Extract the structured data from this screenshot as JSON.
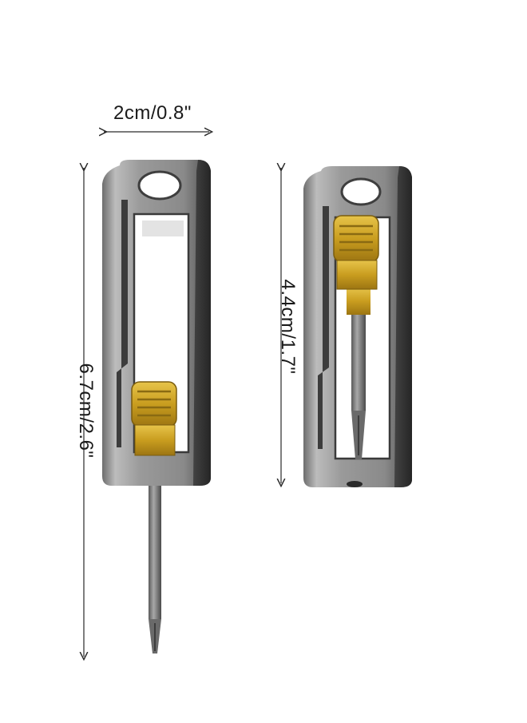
{
  "dimensions": {
    "width_label": "2cm/0.8\"",
    "left_height_label": "6.7cm/2.6\"",
    "right_height_label": "4.4cm/1.7\""
  },
  "colors": {
    "background": "#ffffff",
    "titanium": "#8e8e8e",
    "titanium_light": "#bdbdbd",
    "titanium_dark": "#4a4a4a",
    "brass": "#c9a227",
    "brass_dark": "#8a6a12",
    "arrow": "#2a2a2a"
  },
  "products": [
    {
      "name": "extended-tool",
      "state": "extended",
      "icon": "mini-screwdriver-keychain-icon"
    },
    {
      "name": "retracted-tool",
      "state": "retracted",
      "icon": "mini-screwdriver-keychain-icon"
    }
  ]
}
